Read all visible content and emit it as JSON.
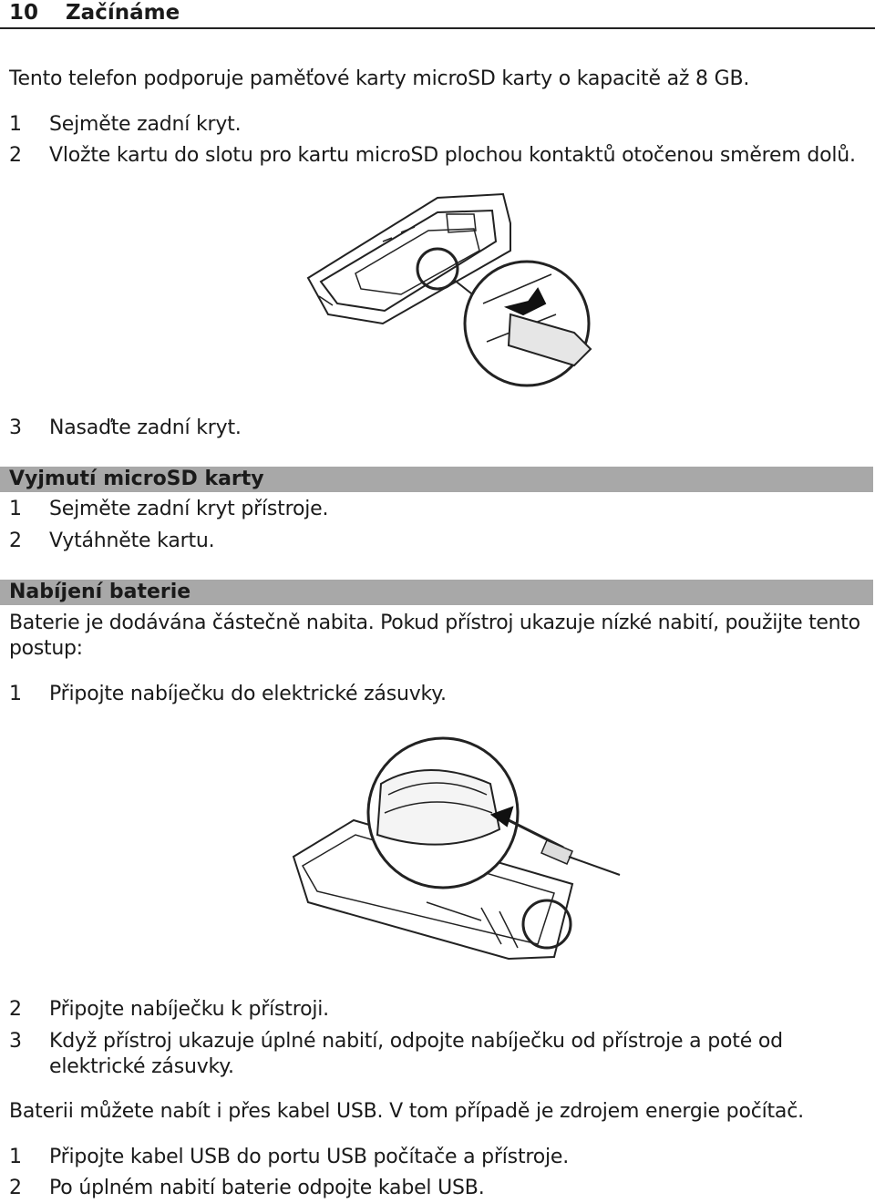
{
  "header": {
    "page_number": "10",
    "chapter": "Začínáme"
  },
  "intro": "Tento telefon podporuje paměťové karty microSD karty o kapacitě až 8 GB.",
  "insert_steps": [
    {
      "num": "1",
      "text": "Sejměte zadní kryt."
    },
    {
      "num": "2",
      "text": "Vložte kartu do slotu pro kartu microSD plochou kontaktů otočenou směrem dolů."
    },
    {
      "num": "3",
      "text": "Nasaďte zadní kryt."
    }
  ],
  "remove_section": {
    "title": "Vyjmutí microSD karty",
    "steps": [
      {
        "num": "1",
        "text": "Sejměte zadní kryt přístroje."
      },
      {
        "num": "2",
        "text": "Vytáhněte kartu."
      }
    ]
  },
  "charge_section": {
    "title": "Nabíjení baterie",
    "intro": "Baterie je dodávána částečně nabita. Pokud přístroj ukazuje nízké nabití, použijte tento postup:",
    "steps": [
      {
        "num": "1",
        "text": "Připojte nabíječku do elektrické zásuvky."
      },
      {
        "num": "2",
        "text": "Připojte nabíječku k přístroji."
      },
      {
        "num": "3",
        "text": "Když přístroj ukazuje úplné nabití, odpojte nabíječku od přístroje a poté od elektrické zásuvky."
      }
    ],
    "usb_note": "Baterii můžete nabít i přes kabel USB. V tom případě je zdrojem energie počítač.",
    "usb_steps": [
      {
        "num": "1",
        "text": "Připojte kabel USB do portu USB počítače a přístroje."
      },
      {
        "num": "2",
        "text": "Po úplném nabití baterie odpojte kabel USB."
      }
    ]
  }
}
